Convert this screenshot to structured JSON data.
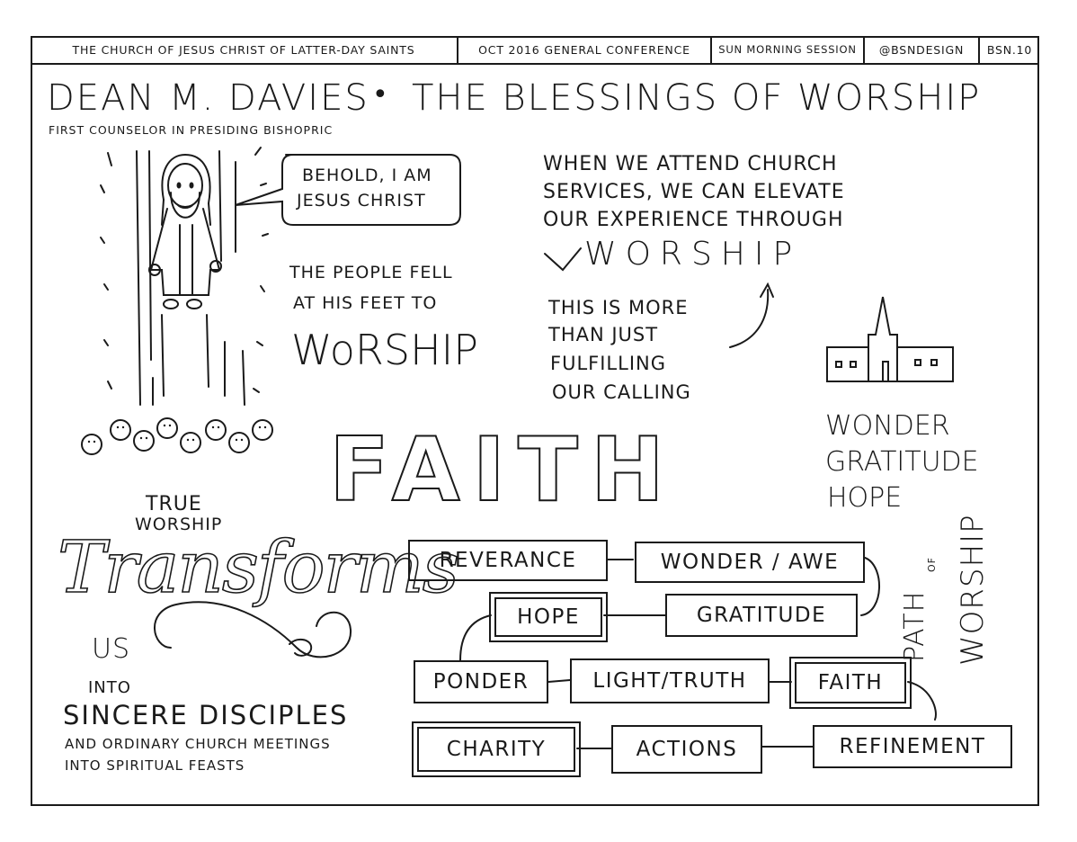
{
  "header": {
    "church": "THE CHURCH OF JESUS CHRIST OF LATTER-DAY SAINTS",
    "conference": "OCT 2016 GENERAL CONFERENCE",
    "session": "SUN MORNING SESSION",
    "handle": "@BSNDESIGN",
    "code": "BSN.10"
  },
  "title": {
    "speaker": "DEAN M. DAVIES",
    "separator": "•",
    "talk": "THE BLESSINGS OF WORSHIP",
    "role": "FIRST COUNSELOR IN PRESIDING BISHOPRIC"
  },
  "scene": {
    "speech_line1": "BEHOLD, I AM",
    "speech_line2": "JESUS CHRIST",
    "fell_line1": "THE PEOPLE FELL",
    "fell_line2": "AT HIS FEET TO",
    "worship_word": "WoRSHIP"
  },
  "attend": {
    "line1": "WHEN WE ATTEND CHURCH",
    "line2": "SERVICES, WE CAN ELEVATE",
    "line3": "OUR EXPERIENCE THROUGH",
    "big": "WORSHIP"
  },
  "more": {
    "line1": "THIS IS MORE",
    "line2": "THAN JUST",
    "line3": "FULFILLING",
    "line4": "OUR CALLING"
  },
  "church_words": {
    "w1": "WONDER",
    "w2": "GRATITUDE",
    "w3": "HOPE"
  },
  "faith_big": "FAITH",
  "transforms": {
    "true": "TRUE",
    "worship": "WORSHIP",
    "big": "Transforms",
    "us": "US",
    "into": "INTO",
    "sincere": "SINCERE DISCIPLES",
    "ordinary1": "AND ORDINARY CHURCH MEETINGS",
    "ordinary2": "INTO SPIRITUAL FEASTS"
  },
  "path": {
    "label_path": "PATH",
    "label_of": "OF",
    "label_worship": "WORSHIP",
    "boxes": {
      "reverance": "REVERANCE",
      "wonder": "WONDER / AWE",
      "hope": "HOPE",
      "gratitude": "GRATITUDE",
      "ponder": "PONDER",
      "light": "LIGHT/TRUTH",
      "faith": "FAITH",
      "charity": "CHARITY",
      "actions": "ACTIONS",
      "refinement": "REFINEMENT"
    }
  }
}
